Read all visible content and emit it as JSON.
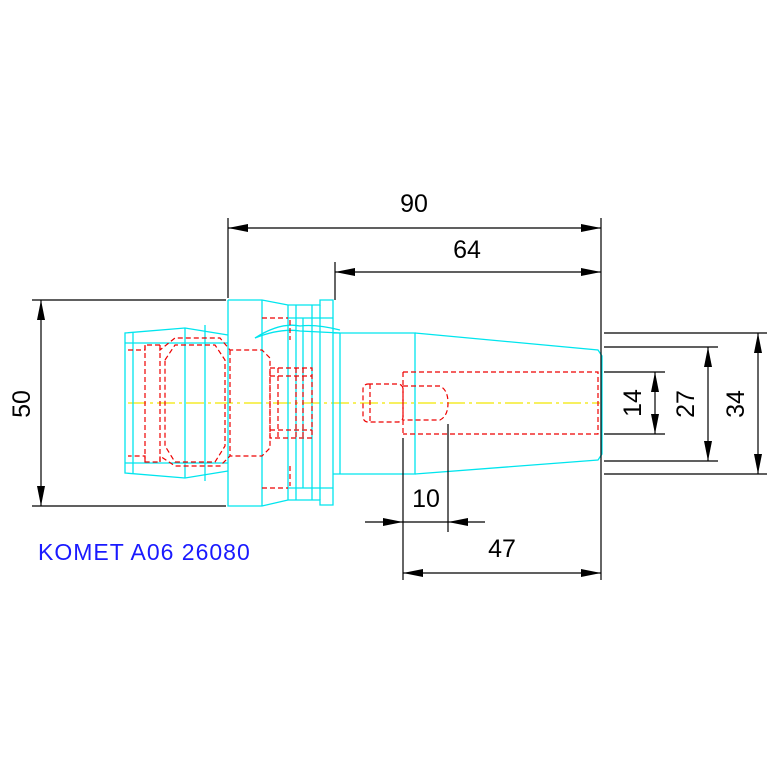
{
  "colors": {
    "outline": "#00e5ee",
    "hidden": "#ee0000",
    "centerline": "#f2e600",
    "dimension": "#000000",
    "label": "#1a1aff"
  },
  "dimensions": {
    "overall_length": "90",
    "taper_length": "64",
    "flange_diameter": "50",
    "bore_diameter": "14",
    "inner_diameter": "27",
    "outer_diameter": "34",
    "offset": "10",
    "bore_depth": "47"
  },
  "label": {
    "text": "KOMET A06 26080"
  }
}
